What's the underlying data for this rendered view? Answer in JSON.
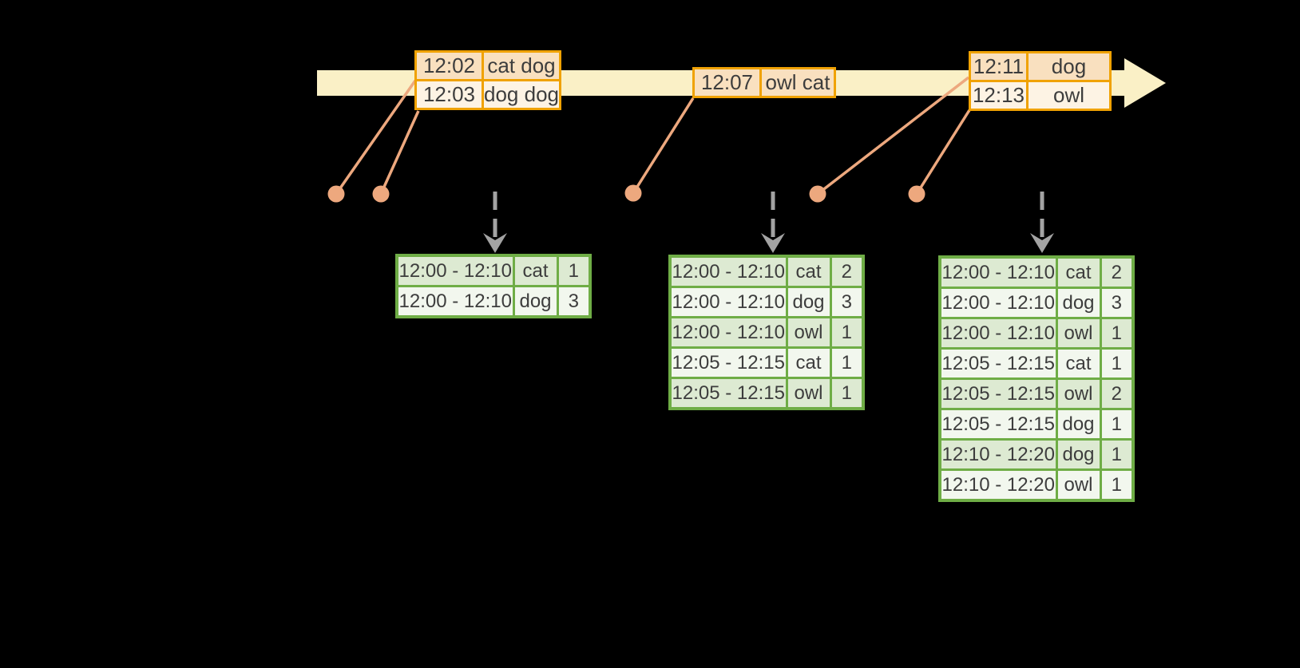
{
  "colors": {
    "background": "#000000",
    "timeline-fill": "#FAF0C6",
    "event-border": "#F0A202",
    "event-row-dark": "#F9E0BF",
    "event-row-light": "#FDF3E4",
    "marker": "#EDA87E",
    "result-border": "#6FAD46",
    "result-row-dark": "#DDEAD2",
    "result-row-light": "#F2F7EE",
    "arrow-gray": "#A3A3A3",
    "text": "#3D3D3D"
  },
  "timeline": {
    "event_tables": [
      {
        "rows": [
          [
            "12:02",
            "cat dog"
          ],
          [
            "12:03",
            "dog dog"
          ]
        ]
      },
      {
        "rows": [
          [
            "12:07",
            "owl cat"
          ]
        ]
      },
      {
        "rows": [
          [
            "12:11",
            "dog"
          ],
          [
            "12:13",
            "owl"
          ]
        ]
      }
    ]
  },
  "result_tables": [
    {
      "rows": [
        [
          "12:00 - 12:10",
          "cat",
          "1"
        ],
        [
          "12:00 - 12:10",
          "dog",
          "3"
        ]
      ]
    },
    {
      "rows": [
        [
          "12:00 - 12:10",
          "cat",
          "2"
        ],
        [
          "12:00 - 12:10",
          "dog",
          "3"
        ],
        [
          "12:00 - 12:10",
          "owl",
          "1"
        ],
        [
          "12:05 - 12:15",
          "cat",
          "1"
        ],
        [
          "12:05 - 12:15",
          "owl",
          "1"
        ]
      ]
    },
    {
      "rows": [
        [
          "12:00 - 12:10",
          "cat",
          "2"
        ],
        [
          "12:00 - 12:10",
          "dog",
          "3"
        ],
        [
          "12:00 - 12:10",
          "owl",
          "1"
        ],
        [
          "12:05 - 12:15",
          "cat",
          "1"
        ],
        [
          "12:05 - 12:15",
          "owl",
          "2"
        ],
        [
          "12:05 - 12:15",
          "dog",
          "1"
        ],
        [
          "12:10 - 12:20",
          "dog",
          "1"
        ],
        [
          "12:10 - 12:20",
          "owl",
          "1"
        ]
      ]
    }
  ]
}
